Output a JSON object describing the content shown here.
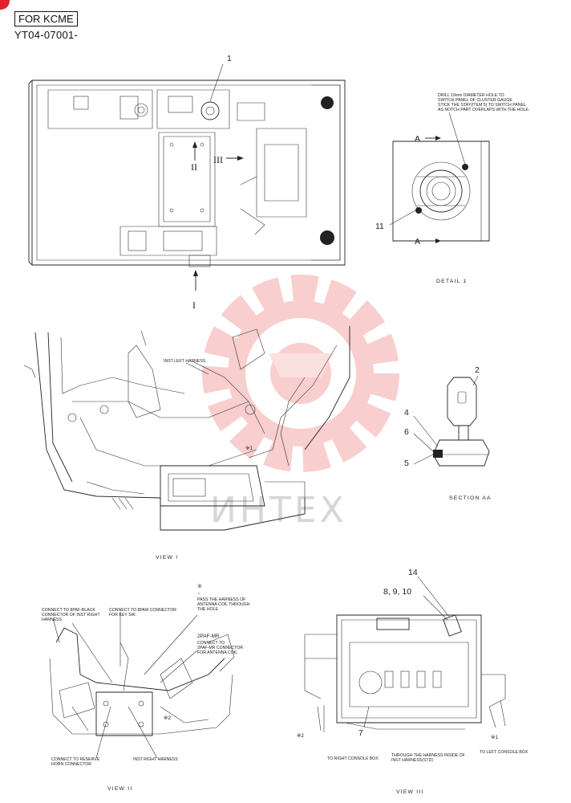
{
  "header": {
    "box_label": "FOR KCME",
    "serial": "YT04-07001-"
  },
  "plan_view": {
    "callout": "1",
    "arrow_ii": "II",
    "arrow_iii": "III",
    "arrow_i": "I"
  },
  "detail_1": {
    "note_lines": [
      "DRILL 10mm DIAMETER HOLE TO",
      "SWITCH PANEL OF CLUSTER GAUGE",
      "STICK THE STAY(ITEM 5) TO SWITCH PANEL",
      "AS NOTCH PART OVERLAPS WITH THE HOLE."
    ],
    "section_marker": "A",
    "callout_11": "11",
    "title": "DETAIL 1"
  },
  "view_1": {
    "label_harness": "INST LEFT HARNESS",
    "mark_1": "※1",
    "title": "VIEW I",
    "watermark": "ИНТЕХ"
  },
  "section_aa": {
    "callouts": [
      "2",
      "4",
      "6",
      "5"
    ],
    "title": "SECTION AA"
  },
  "view_2": {
    "note_top_left": [
      "CONNECT TO 8PAF-BLACK",
      "CONNECTOR OF INST RIGHT",
      "HARNESS"
    ],
    "note_top_mid": [
      "CONNECT TO 8PAM CONNECTOR",
      "FOR KEY SW."
    ],
    "note_4_num": "④",
    "note_4_tilde": "~",
    "note_4": [
      "PASS THE HARNESS OF",
      "ANTENNA COIL THROUGH",
      "THE HOLE"
    ],
    "note_2paf": [
      "2PAF-MR",
      "CONNECT TO",
      "2PAF-MR CONNECTOR",
      "FOR ANTENNA COIL"
    ],
    "mark_2": "※2",
    "note_bottom_left": [
      "CONNECT TO RESERVE",
      "HORN CONNECTOR"
    ],
    "note_bottom_mid": "INST RIGHT HARNESS",
    "title": "VIEW II"
  },
  "view_3": {
    "callout_14": "14",
    "callout_8910": "8, 9, 10",
    "mark_2": "※2",
    "callout_7": "7",
    "mark_1": "※1",
    "note_left": "TO RIGHT CONSOLE BOX",
    "note_mid": [
      "THROUGH THE HARNESS INSIDE OF",
      "INST HARNESS(STD)"
    ],
    "note_right": "TO LEFT CONSOLE BOX",
    "title": "VIEW III"
  },
  "colors": {
    "line": "#222222",
    "watermark_red": "#f4a7a7",
    "corner_mark": "#e0232a"
  }
}
